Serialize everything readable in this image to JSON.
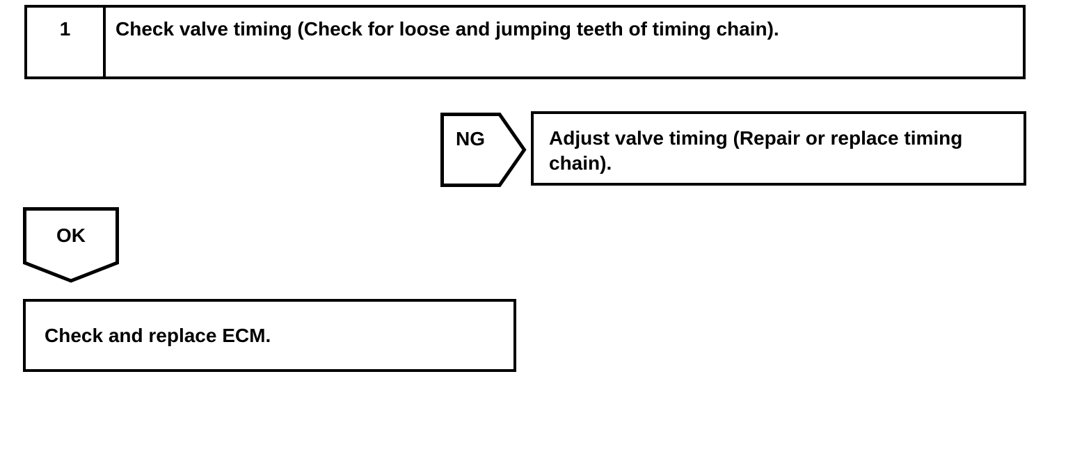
{
  "page": {
    "background_color": "#ffffff",
    "line_color": "#000000"
  },
  "flowchart": {
    "step_box": {
      "number": "1",
      "text": "Check valve timing (Check for loose and jumping teeth of timing chain)."
    },
    "ng_branch": {
      "label": "NG",
      "action_text": "Adjust valve timing (Repair or replace timing chain)."
    },
    "ok_branch": {
      "label": "OK"
    },
    "result_box": {
      "text": "Check and replace ECM."
    }
  }
}
